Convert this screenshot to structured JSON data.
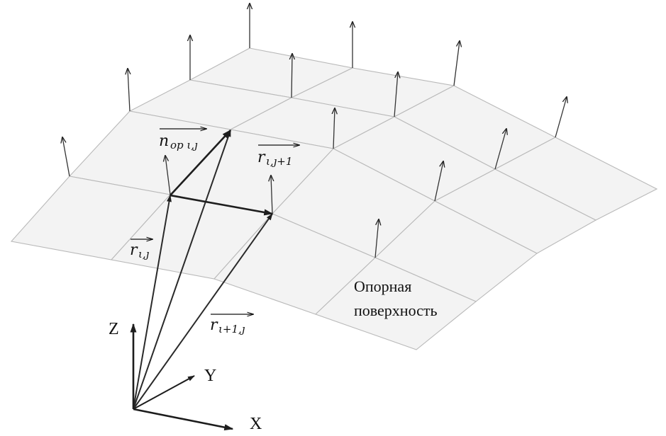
{
  "figure": {
    "title": "Reference surface with normals and position vectors",
    "surface_label_line1": "Опорная",
    "surface_label_line2": "поверхность",
    "axes": {
      "x": "X",
      "y": "Y",
      "z": "Z"
    },
    "vectors": {
      "normal": {
        "main": "n",
        "sub": "op ι,ȷ"
      },
      "r_ij": {
        "main": "r",
        "sub": "ι,ȷ"
      },
      "r_ij1": {
        "main": "r",
        "sub": "ι,ȷ+1"
      },
      "r_i1j": {
        "main": "r",
        "sub": "ι+1,ȷ"
      }
    },
    "grid": {
      "rows": 5,
      "cols": 5
    },
    "colors": {
      "surface": "#f3f3f3",
      "mesh": "#b9b9b9",
      "ink": "#1e1e1e"
    }
  }
}
